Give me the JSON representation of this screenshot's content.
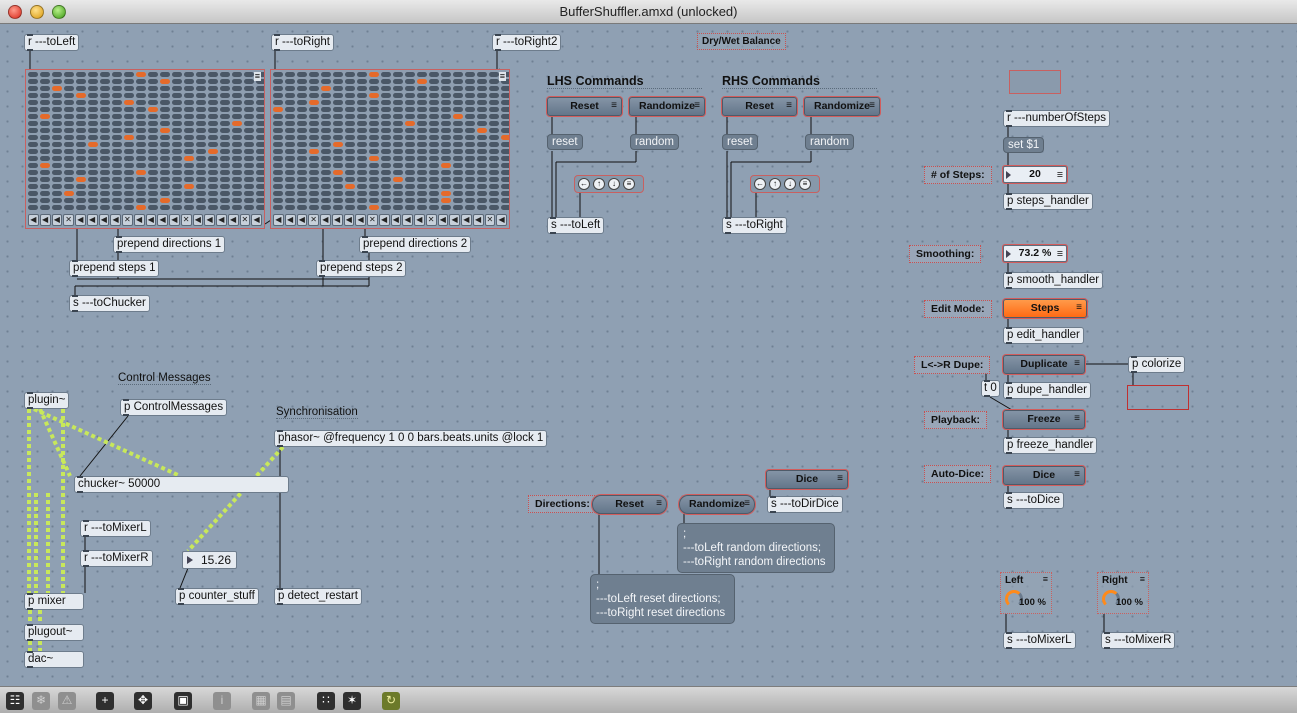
{
  "window": {
    "title": "BufferShuffler.amxd (unlocked)"
  },
  "colors": {
    "canvas": "#8fa0b3",
    "accent_orange": "#ff7a20",
    "selection_red": "#c86060",
    "signal_patchcord": "#c8e85a"
  },
  "objects": {
    "r_toLeft": "r ---toLeft",
    "r_toRight": "r ---toRight",
    "r_toRight2": "r ---toRight2",
    "prepend_directions_1": "prepend directions 1",
    "prepend_directions_2": "prepend directions 2",
    "prepend_steps_1": "prepend steps 1",
    "prepend_steps_2": "prepend steps 2",
    "s_toChucker": "s ---toChucker",
    "s_toLeft": "s ---toLeft",
    "s_toRight": "s ---toRight",
    "r_numberOfSteps": "r ---numberOfSteps",
    "p_steps_handler": "p steps_handler",
    "p_smooth_handler": "p smooth_handler",
    "p_edit_handler": "p edit_handler",
    "p_dupe_handler": "p dupe_handler",
    "p_colorize": "p colorize",
    "t_0": "t 0",
    "p_freeze_handler": "p freeze_handler",
    "s_toDice": "s ---toDice",
    "s_toDirDice": "s ---toDirDice",
    "plugin": "plugin~",
    "p_ControlMessages": "p ControlMessages",
    "phasor": "phasor~ @frequency 1 0 0 bars.beats.units @lock 1",
    "chucker": "chucker~ 50000",
    "r_toMixerL": "r ---toMixerL",
    "r_toMixerR": "r ---toMixerR",
    "p_mixer": "p mixer",
    "plugout": "plugout~",
    "dac": "dac~",
    "p_counter_stuff": "p counter_stuff",
    "p_detect_restart": "p detect_restart",
    "s_toMixerL": "s ---toMixerL",
    "s_toMixerR": "s ---toMixerR"
  },
  "messages": {
    "lhs_reset": "reset",
    "lhs_random": "random",
    "rhs_reset": "reset",
    "rhs_random": "random",
    "set1": "set $1",
    "random_directions": ";\n---toLeft random directions;\n---toRight random directions",
    "reset_directions": ";\n---toLeft reset directions;\n---toRight reset directions"
  },
  "comments": {
    "dry_wet": "Dry/Wet Balance",
    "lhs_commands": "LHS Commands",
    "rhs_commands": "RHS Commands",
    "control_messages": "Control Messages",
    "synchronisation": "Synchronisation"
  },
  "labels": {
    "num_steps": "# of Steps:",
    "smoothing": "Smoothing:",
    "edit_mode": "Edit Mode:",
    "lr_dupe": "L<->R Dupe:",
    "playback": "Playback:",
    "auto_dice": "Auto-Dice:",
    "directions": "Directions:"
  },
  "buttons": {
    "lhs_reset": "Reset",
    "lhs_randomize": "Randomize",
    "rhs_reset": "Reset",
    "rhs_randomize": "Randomize",
    "edit_mode": "Steps",
    "duplicate": "Duplicate",
    "freeze": "Freeze",
    "auto_dice": "Dice",
    "dir_dice": "Dice",
    "dir_reset": "Reset",
    "dir_randomize": "Randomize"
  },
  "values": {
    "num_steps": "20",
    "smoothing": "73.2 %",
    "float_display": "15.26",
    "left_knob_label": "Left",
    "left_knob_value": "100 %",
    "right_knob_label": "Right",
    "right_knob_value": "100 %"
  },
  "icons": {
    "menu": "≡",
    "left": "←",
    "up": "↑",
    "down": "↓"
  }
}
